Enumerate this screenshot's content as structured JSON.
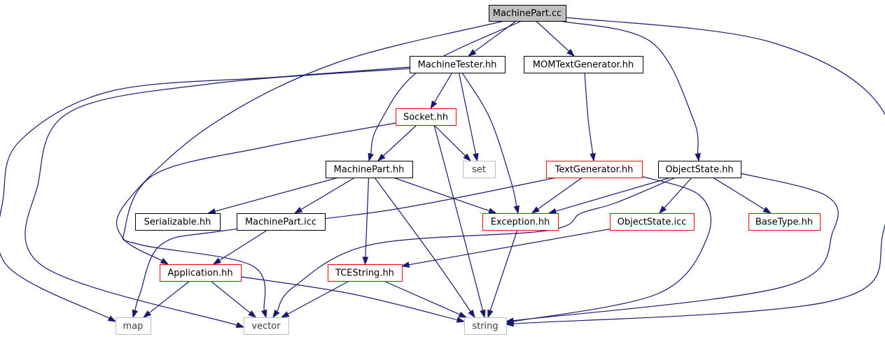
{
  "colors": {
    "edge": "#191970",
    "root_fill": "#bfbfbf",
    "root_border": "#000000",
    "documented_border": "#000000",
    "truncated_border": "#ff0000",
    "external_border": "#bfbfbf",
    "external_text": "#404040"
  },
  "nodes": [
    {
      "id": "machinepart_cc",
      "label": "MachinePart.cc",
      "kind": "root"
    },
    {
      "id": "machinetester_hh",
      "label": "MachineTester.hh",
      "kind": "documented"
    },
    {
      "id": "momtextgenerator_hh",
      "label": "MOMTextGenerator.hh",
      "kind": "documented"
    },
    {
      "id": "socket_hh",
      "label": "Socket.hh",
      "kind": "truncated"
    },
    {
      "id": "machinepart_hh",
      "label": "MachinePart.hh",
      "kind": "documented"
    },
    {
      "id": "set",
      "label": "set",
      "kind": "external"
    },
    {
      "id": "textgenerator_hh",
      "label": "TextGenerator.hh",
      "kind": "truncated"
    },
    {
      "id": "objectstate_hh",
      "label": "ObjectState.hh",
      "kind": "documented"
    },
    {
      "id": "serializable_hh",
      "label": "Serializable.hh",
      "kind": "documented"
    },
    {
      "id": "machinepart_icc",
      "label": "MachinePart.icc",
      "kind": "documented"
    },
    {
      "id": "exception_hh",
      "label": "Exception.hh",
      "kind": "truncated"
    },
    {
      "id": "objectstate_icc",
      "label": "ObjectState.icc",
      "kind": "truncated"
    },
    {
      "id": "basetype_hh",
      "label": "BaseType.hh",
      "kind": "truncated"
    },
    {
      "id": "application_hh",
      "label": "Application.hh",
      "kind": "truncated"
    },
    {
      "id": "tcestring_hh",
      "label": "TCEString.hh",
      "kind": "truncated"
    },
    {
      "id": "map",
      "label": "map",
      "kind": "external"
    },
    {
      "id": "vector",
      "label": "vector",
      "kind": "external"
    },
    {
      "id": "string",
      "label": "string",
      "kind": "external"
    }
  ],
  "edges": [
    {
      "from": "machinepart_cc",
      "to": "machinetester_hh"
    },
    {
      "from": "machinepart_cc",
      "to": "momtextgenerator_hh"
    },
    {
      "from": "machinepart_cc",
      "to": "machinepart_hh"
    },
    {
      "from": "machinepart_cc",
      "to": "objectstate_hh"
    },
    {
      "from": "machinepart_cc",
      "to": "application_hh"
    },
    {
      "from": "machinepart_cc",
      "to": "string"
    },
    {
      "from": "machinetester_hh",
      "to": "socket_hh"
    },
    {
      "from": "machinetester_hh",
      "to": "set"
    },
    {
      "from": "machinetester_hh",
      "to": "exception_hh"
    },
    {
      "from": "machinetester_hh",
      "to": "map"
    },
    {
      "from": "machinetester_hh",
      "to": "vector"
    },
    {
      "from": "momtextgenerator_hh",
      "to": "textgenerator_hh"
    },
    {
      "from": "socket_hh",
      "to": "machinepart_hh"
    },
    {
      "from": "socket_hh",
      "to": "set"
    },
    {
      "from": "socket_hh",
      "to": "string"
    },
    {
      "from": "socket_hh",
      "to": "vector"
    },
    {
      "from": "machinepart_hh",
      "to": "serializable_hh"
    },
    {
      "from": "machinepart_hh",
      "to": "machinepart_icc"
    },
    {
      "from": "machinepart_hh",
      "to": "exception_hh"
    },
    {
      "from": "machinepart_hh",
      "to": "tcestring_hh"
    },
    {
      "from": "machinepart_hh",
      "to": "string"
    },
    {
      "from": "textgenerator_hh",
      "to": "exception_hh"
    },
    {
      "from": "textgenerator_hh",
      "to": "map"
    },
    {
      "from": "textgenerator_hh",
      "to": "string"
    },
    {
      "from": "objectstate_hh",
      "to": "exception_hh"
    },
    {
      "from": "objectstate_hh",
      "to": "objectstate_icc"
    },
    {
      "from": "objectstate_hh",
      "to": "basetype_hh"
    },
    {
      "from": "objectstate_hh",
      "to": "vector"
    },
    {
      "from": "objectstate_hh",
      "to": "string"
    },
    {
      "from": "machinepart_icc",
      "to": "application_hh"
    },
    {
      "from": "exception_hh",
      "to": "string"
    },
    {
      "from": "objectstate_icc",
      "to": "tcestring_hh"
    },
    {
      "from": "application_hh",
      "to": "map"
    },
    {
      "from": "application_hh",
      "to": "vector"
    },
    {
      "from": "application_hh",
      "to": "string"
    },
    {
      "from": "tcestring_hh",
      "to": "vector"
    },
    {
      "from": "tcestring_hh",
      "to": "string"
    }
  ]
}
